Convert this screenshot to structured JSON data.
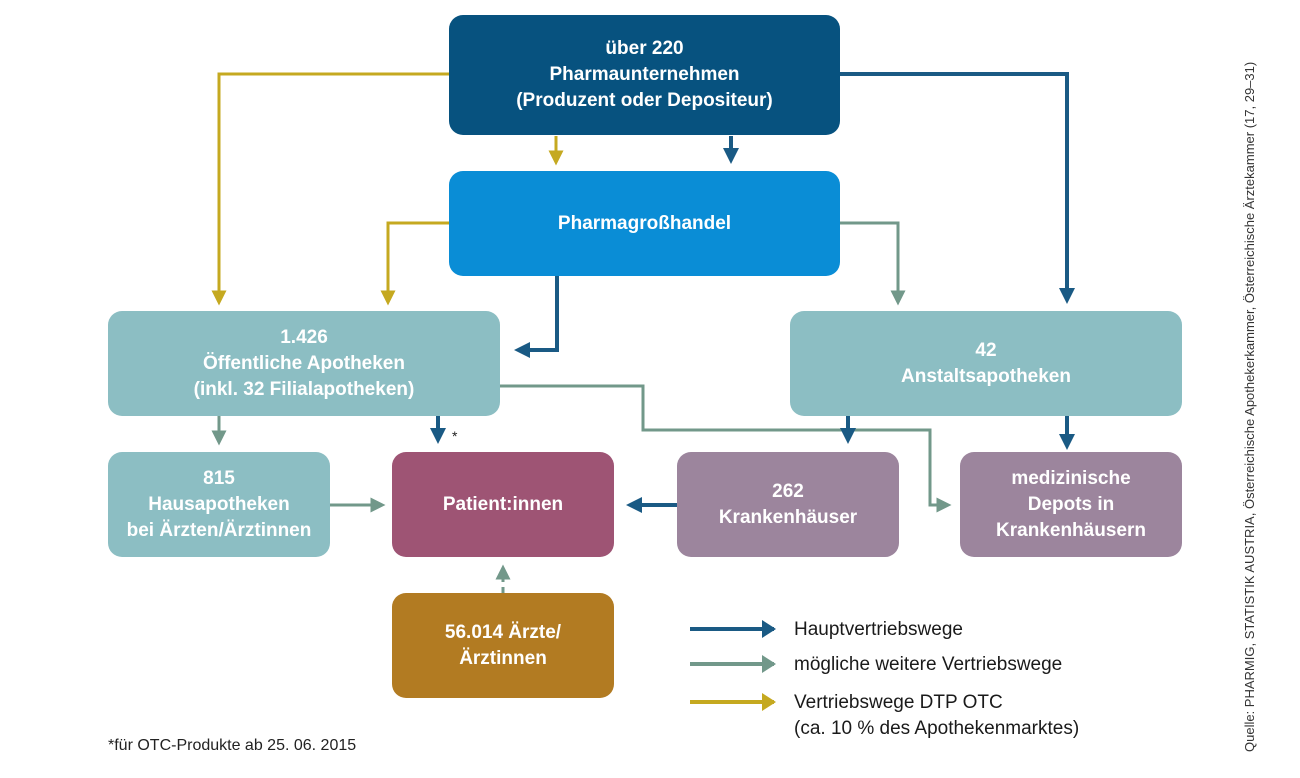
{
  "boxes": {
    "producers": {
      "lines": [
        "über 220",
        "Pharmaunternehmen",
        "(Produzent oder Depositeur)"
      ]
    },
    "wholesale": {
      "lines": [
        "Pharmagroßhandel"
      ]
    },
    "public_pharmacies": {
      "lines": [
        "1.426",
        "Öffentliche Apotheken",
        "(inkl. 32 Filialapotheken)"
      ]
    },
    "institutional_pharmacies": {
      "lines": [
        "42",
        "Anstaltsapotheken"
      ]
    },
    "home_pharmacies": {
      "lines": [
        "815",
        "Hausapotheken",
        "bei Ärzten/Ärztinnen"
      ]
    },
    "patients": {
      "lines": [
        "Patient:innen"
      ]
    },
    "hospitals": {
      "lines": [
        "262",
        "Krankenhäuser"
      ]
    },
    "depots": {
      "lines": [
        "medizinische",
        "Depots in",
        "Krankenhäusern"
      ]
    },
    "doctors": {
      "lines": [
        "56.014 Ärzte/",
        "Ärztinnen"
      ]
    }
  },
  "legend": [
    {
      "label_lines": [
        "Hauptvertriebswege"
      ],
      "color": "#1a5a84"
    },
    {
      "label_lines": [
        "mögliche weitere Vertriebswege"
      ],
      "color": "#72988a"
    },
    {
      "label_lines": [
        "Vertriebswege DTP OTC",
        "(ca. 10 % des Apothekenmarktes)"
      ],
      "color": "#c5a920"
    }
  ],
  "footnote_marker": "*",
  "footnote": "*für OTC-Produkte ab 25. 06. 2015",
  "source": "Quelle: PHARMIG, STATISTIK AUSTRIA, Österreichische Apothekerkammer, Österreichische Ärztekammer (17, 29–31)",
  "colors": {
    "main_route": "#1a5a84",
    "possible_route": "#72988a",
    "otc_route": "#c5a920",
    "producers": "#07527f",
    "wholesale": "#0a8dd6",
    "pharmacies": "#8cbec3",
    "patients": "#9e5474",
    "hospitals": "#9c859d",
    "doctors": "#b27b22"
  }
}
